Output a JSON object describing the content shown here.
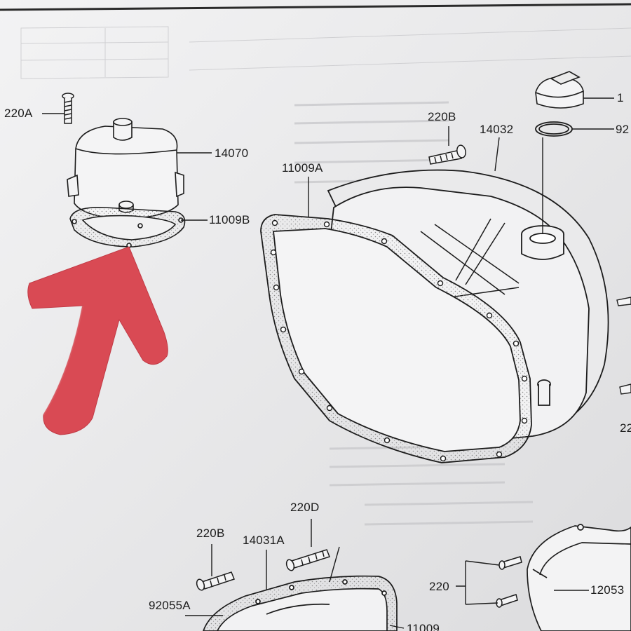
{
  "callouts": {
    "p220A": "220A",
    "p14070": "14070",
    "p11009B": "11009B",
    "p220B_top": "220B",
    "p14032": "14032",
    "p1": "1",
    "p92_top": "92",
    "p11009A": "11009A",
    "p220D": "220D",
    "p220B_bottom": "220B",
    "p14031A": "14031A",
    "p92055A": "92055A",
    "p220": "220",
    "p12053": "12053",
    "p11009": "11009",
    "p22_edge": "22"
  },
  "colors": {
    "paper": "#ecedee",
    "ink": "#1c1c1c",
    "arrow": "#d94a54",
    "gasket_dots": "#8a8a8a"
  }
}
